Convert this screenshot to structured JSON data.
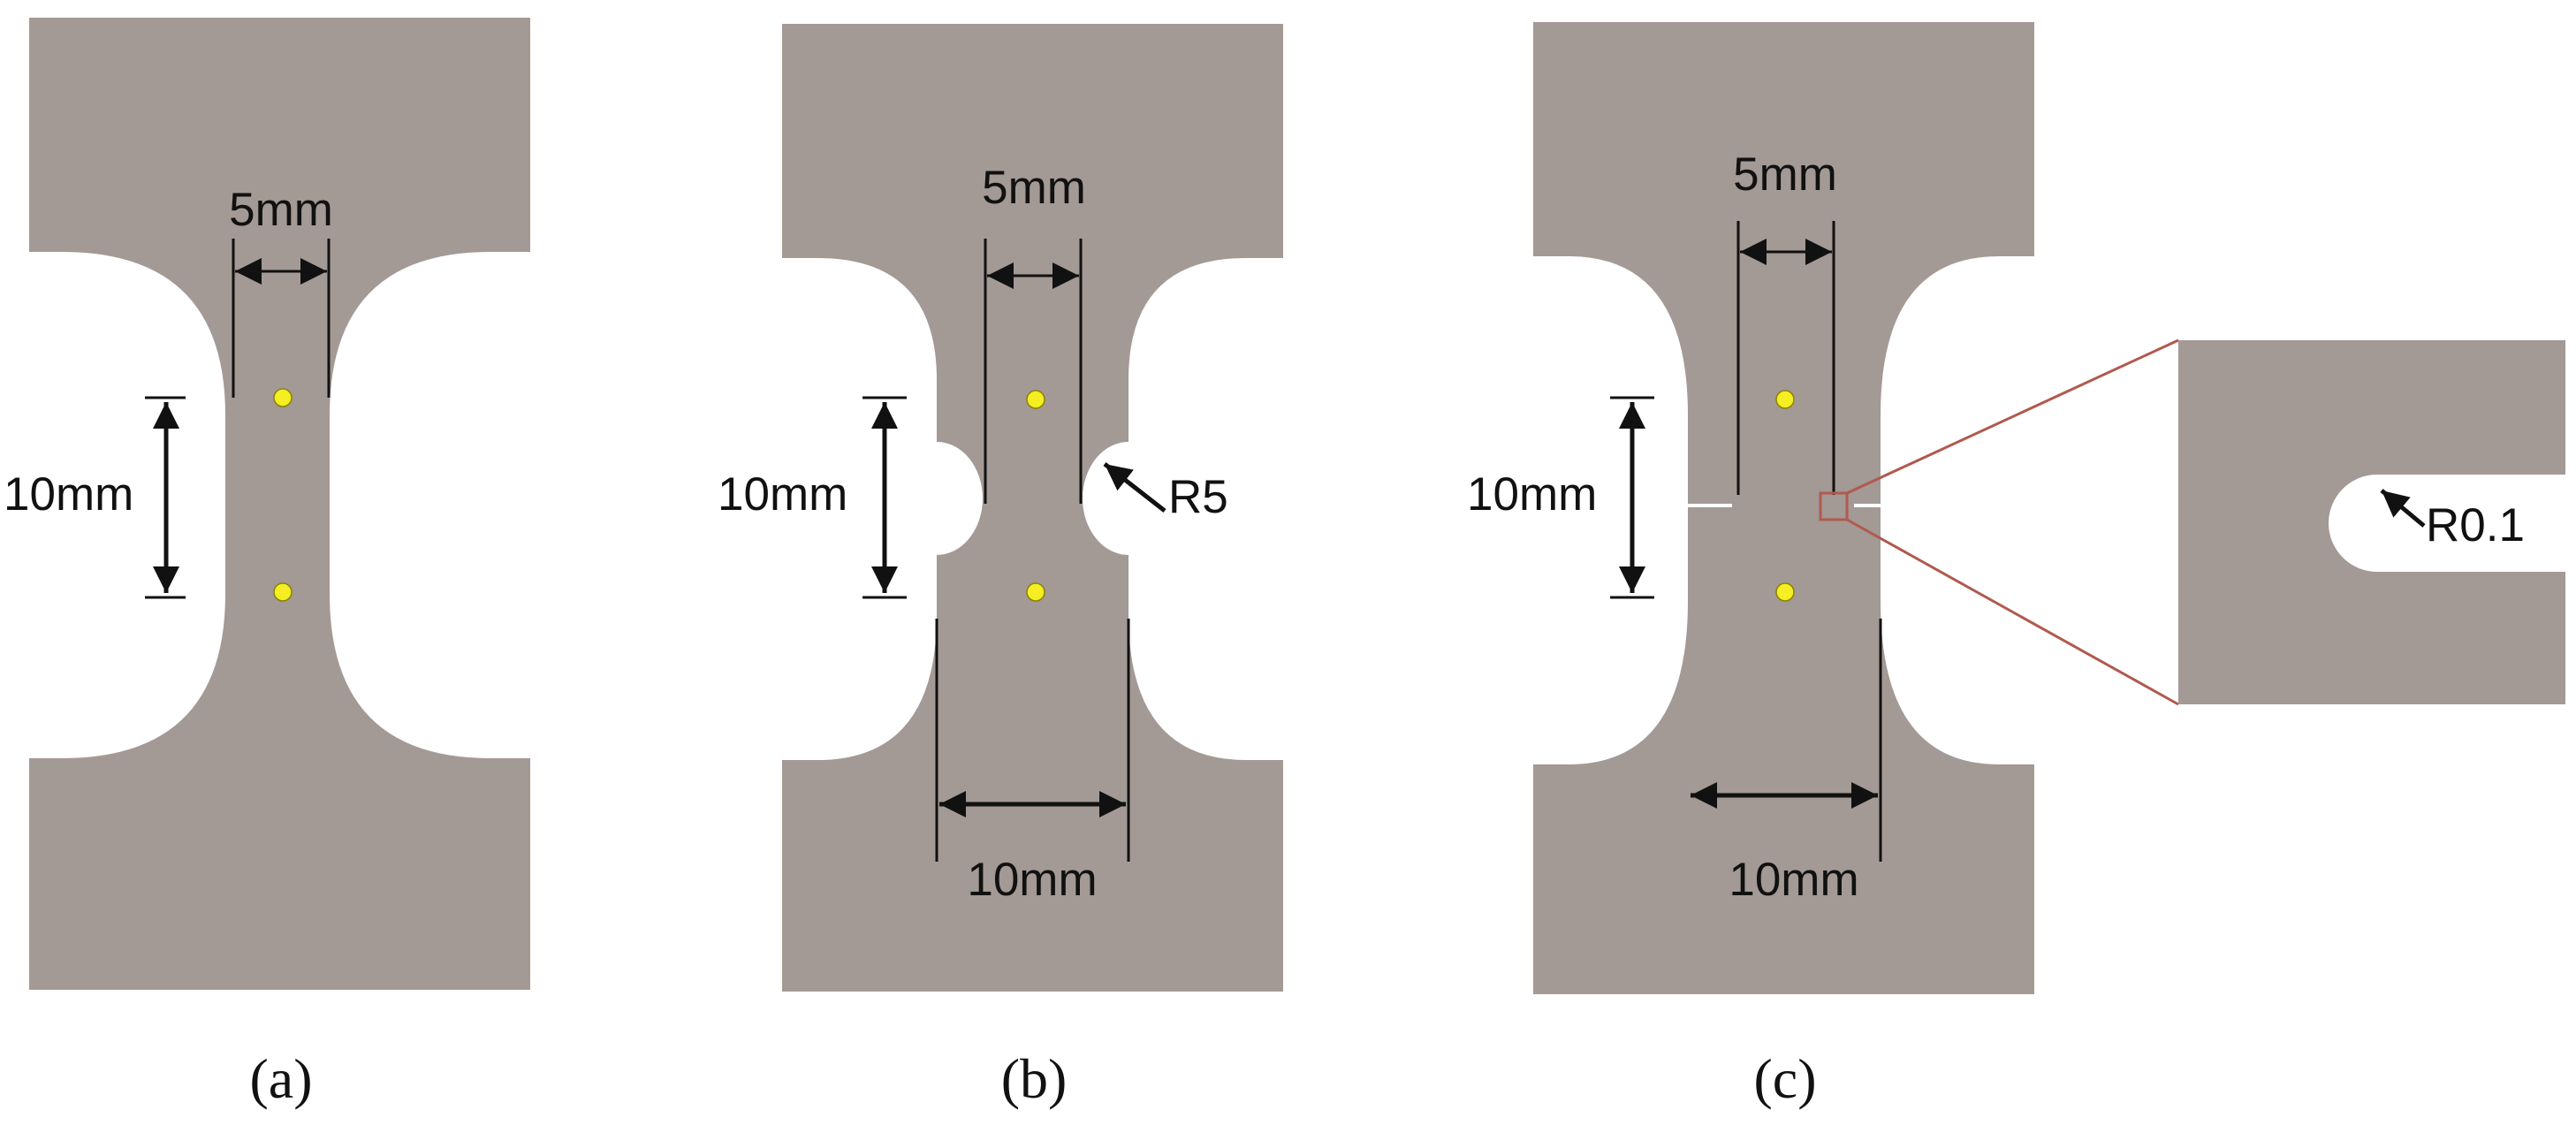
{
  "colors": {
    "specimen_fill": "#a39995",
    "marker_fill": "#f4ee22",
    "zoom_outline": "#b05a4e",
    "line": "#111111",
    "background": "#ffffff"
  },
  "panels": [
    {
      "id": "a",
      "caption": "(a)",
      "labels": {
        "width_top": "5mm",
        "gauge_length": "10mm"
      }
    },
    {
      "id": "b",
      "caption": "(b)",
      "labels": {
        "width_top": "5mm",
        "gauge_length": "10mm",
        "width_bottom": "10mm",
        "radius": "R5"
      }
    },
    {
      "id": "c",
      "caption": "(c)",
      "labels": {
        "width_top": "5mm",
        "gauge_length": "10mm",
        "width_bottom": "10mm"
      }
    }
  ],
  "zoom_detail": {
    "radius": "R0.1"
  }
}
